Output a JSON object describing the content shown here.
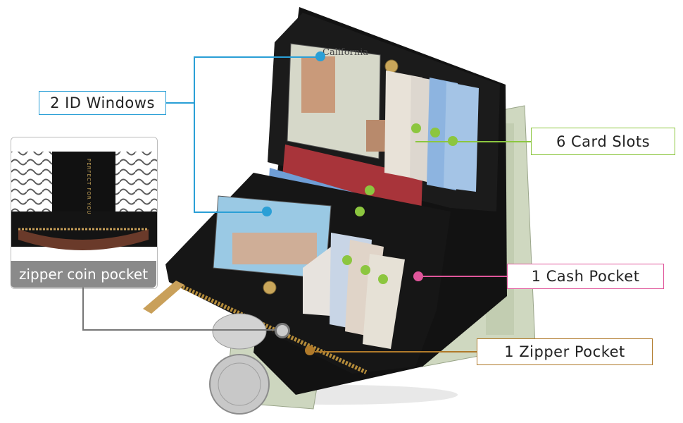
{
  "callouts": {
    "id_windows": "2  ID Windows",
    "card_slots": "6  Card Slots",
    "cash_pocket": "1  Cash Pocket",
    "zipper_pocket": "1  Zipper Pocket",
    "coin_pocket": "zipper coin pocket"
  },
  "wallet_print": {
    "id_card_state": "California",
    "inset_tag_text": "PERFECT FOR YOU"
  },
  "colors": {
    "id_blue": "#2a9fd6",
    "card_green": "#8cc63f",
    "cash_pink": "#e0569b",
    "zipper_brown": "#b07a2a",
    "inset_gray": "#8a8a8a"
  }
}
